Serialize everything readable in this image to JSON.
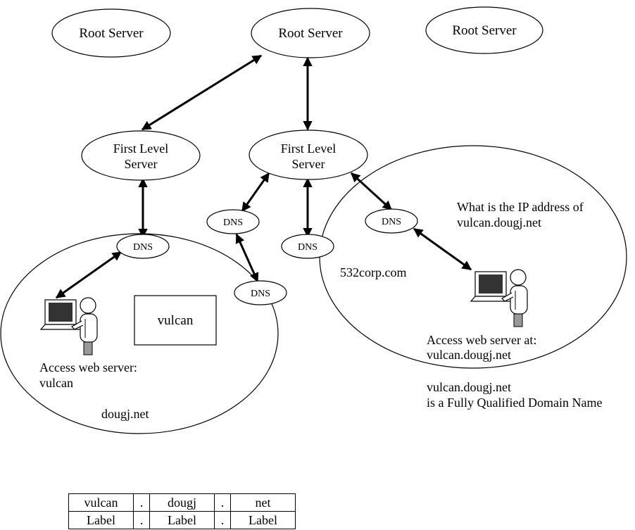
{
  "root_servers": [
    "Root Server",
    "Root Server",
    "Root Server"
  ],
  "first_level_servers": [
    [
      "First Level",
      "Server"
    ],
    [
      "First Level",
      "Server"
    ]
  ],
  "dns_label": "DNS",
  "left_domain": {
    "name": "dougj.net",
    "server_box": "vulcan",
    "caption": [
      "Access web server:",
      "vulcan"
    ]
  },
  "right_domain": {
    "name": "532corp.com",
    "question": [
      "What is the IP address of",
      "vulcan.dougj.net"
    ],
    "caption": [
      "Access web server at:",
      "vulcan.dougj.net"
    ]
  },
  "fqdn_note": [
    "vulcan.dougj.net",
    "is a Fully Qualified Domain Name"
  ],
  "fqdn_table": {
    "parts": [
      "vulcan",
      ".",
      "dougj",
      ".",
      "net"
    ],
    "labels": [
      "Label",
      ".",
      "Label",
      ".",
      "Label"
    ]
  }
}
